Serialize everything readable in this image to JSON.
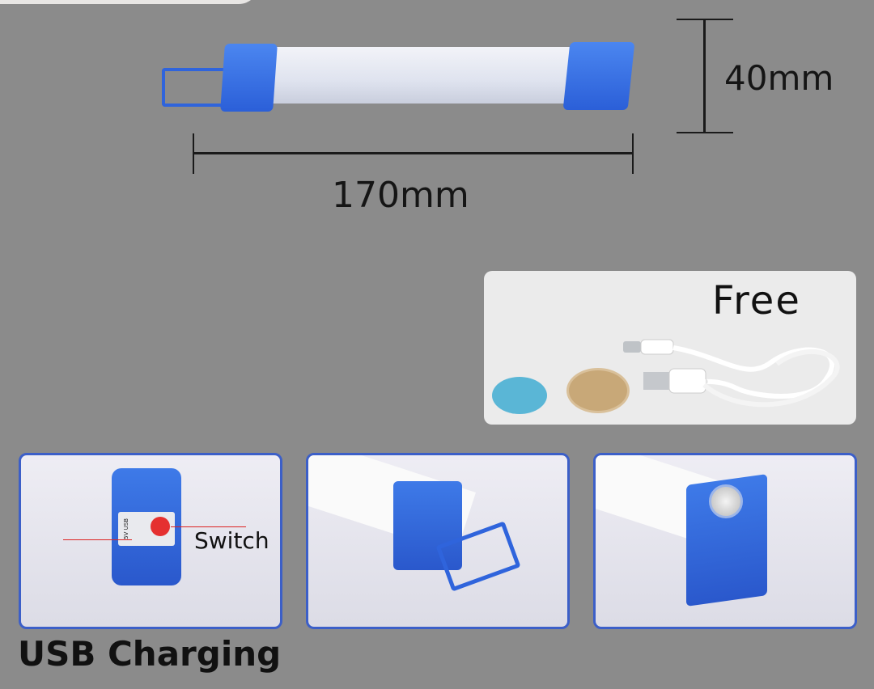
{
  "dimensions": {
    "length": "170mm",
    "height": "40mm"
  },
  "accessories": {
    "title": "Free"
  },
  "details": {
    "switch_label": "Switch",
    "port_label": "5V USB"
  },
  "caption": "USB Charging",
  "colors": {
    "background": "#8b8b8b",
    "product_blue": "#2f64dc",
    "border_blue": "#3c5fc8"
  }
}
